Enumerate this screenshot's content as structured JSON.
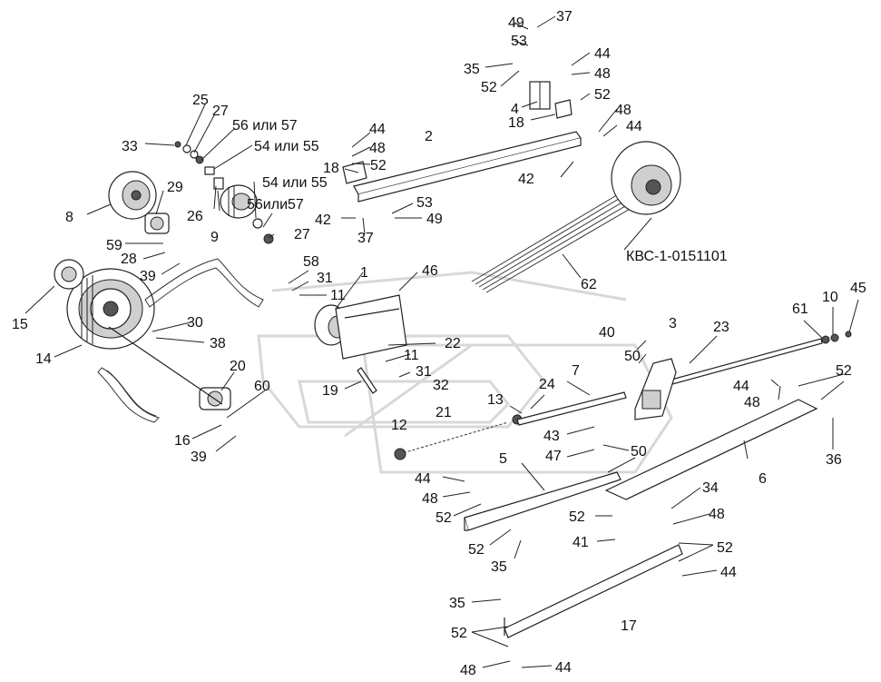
{
  "diagram": {
    "code_label": "КВС-1-0151101",
    "callouts": [
      {
        "id": "c49a",
        "text": "49"
      },
      {
        "id": "c37a",
        "text": "37"
      },
      {
        "id": "c53a",
        "text": "53"
      },
      {
        "id": "c44a",
        "text": "44"
      },
      {
        "id": "c35a",
        "text": "35"
      },
      {
        "id": "c48a",
        "text": "48"
      },
      {
        "id": "c52a",
        "text": "52"
      },
      {
        "id": "c52b",
        "text": "52"
      },
      {
        "id": "c4",
        "text": "4"
      },
      {
        "id": "c48b",
        "text": "48"
      },
      {
        "id": "c18a",
        "text": "18"
      },
      {
        "id": "c44b",
        "text": "44"
      },
      {
        "id": "c25",
        "text": "25"
      },
      {
        "id": "c27a",
        "text": "27"
      },
      {
        "id": "c5657a",
        "text": "56 или 57"
      },
      {
        "id": "c33",
        "text": "33"
      },
      {
        "id": "c5455a",
        "text": "54 или 55"
      },
      {
        "id": "c44c",
        "text": "44"
      },
      {
        "id": "c2",
        "text": "2"
      },
      {
        "id": "c48c",
        "text": "48"
      },
      {
        "id": "c52c",
        "text": "52"
      },
      {
        "id": "c18b",
        "text": "18"
      },
      {
        "id": "c42a",
        "text": "42"
      },
      {
        "id": "c5455b",
        "text": "54 или 55"
      },
      {
        "id": "c29",
        "text": "29"
      },
      {
        "id": "c8",
        "text": "8"
      },
      {
        "id": "c26",
        "text": "26"
      },
      {
        "id": "c5657b",
        "text": "56или57"
      },
      {
        "id": "c53b",
        "text": "53"
      },
      {
        "id": "c42b",
        "text": "42"
      },
      {
        "id": "c49b",
        "text": "49"
      },
      {
        "id": "c9",
        "text": "9"
      },
      {
        "id": "c27b",
        "text": "27"
      },
      {
        "id": "c37b",
        "text": "37"
      },
      {
        "id": "c59",
        "text": "59"
      },
      {
        "id": "c28",
        "text": "28"
      },
      {
        "id": "c58",
        "text": "58"
      },
      {
        "id": "c39a",
        "text": "39"
      },
      {
        "id": "c1",
        "text": "1"
      },
      {
        "id": "c46",
        "text": "46"
      },
      {
        "id": "c31a",
        "text": "31"
      },
      {
        "id": "c11a",
        "text": "11"
      },
      {
        "id": "c62",
        "text": "62"
      },
      {
        "id": "c15",
        "text": "15"
      },
      {
        "id": "c61",
        "text": "61"
      },
      {
        "id": "c10",
        "text": "10"
      },
      {
        "id": "c45",
        "text": "45"
      },
      {
        "id": "c30",
        "text": "30"
      },
      {
        "id": "c3",
        "text": "3"
      },
      {
        "id": "c23",
        "text": "23"
      },
      {
        "id": "c40",
        "text": "40"
      },
      {
        "id": "c14",
        "text": "14"
      },
      {
        "id": "c38",
        "text": "38"
      },
      {
        "id": "c22",
        "text": "22"
      },
      {
        "id": "c11b",
        "text": "11"
      },
      {
        "id": "c50a",
        "text": "50"
      },
      {
        "id": "c20",
        "text": "20"
      },
      {
        "id": "c31b",
        "text": "31"
      },
      {
        "id": "c7",
        "text": "7"
      },
      {
        "id": "c44d",
        "text": "44"
      },
      {
        "id": "c52d",
        "text": "52"
      },
      {
        "id": "c48d",
        "text": "48"
      },
      {
        "id": "c60",
        "text": "60"
      },
      {
        "id": "c19",
        "text": "19"
      },
      {
        "id": "c32",
        "text": "32"
      },
      {
        "id": "c24",
        "text": "24"
      },
      {
        "id": "c13",
        "text": "13"
      },
      {
        "id": "c21",
        "text": "21"
      },
      {
        "id": "c12",
        "text": "12"
      },
      {
        "id": "c43",
        "text": "43"
      },
      {
        "id": "c16",
        "text": "16"
      },
      {
        "id": "c47",
        "text": "47"
      },
      {
        "id": "c50b",
        "text": "50"
      },
      {
        "id": "c39b",
        "text": "39"
      },
      {
        "id": "c5",
        "text": "5"
      },
      {
        "id": "c6",
        "text": "6"
      },
      {
        "id": "c36",
        "text": "36"
      },
      {
        "id": "c44e",
        "text": "44"
      },
      {
        "id": "c48e",
        "text": "48"
      },
      {
        "id": "c52e",
        "text": "52"
      },
      {
        "id": "c34",
        "text": "34"
      },
      {
        "id": "c52f",
        "text": "52"
      },
      {
        "id": "c48f",
        "text": "48"
      },
      {
        "id": "c52g",
        "text": "52"
      },
      {
        "id": "c35b",
        "text": "35"
      },
      {
        "id": "c41",
        "text": "41"
      },
      {
        "id": "c52h",
        "text": "52"
      },
      {
        "id": "c44f",
        "text": "44"
      },
      {
        "id": "c35c",
        "text": "35"
      },
      {
        "id": "c17",
        "text": "17"
      },
      {
        "id": "c52i",
        "text": "52"
      },
      {
        "id": "c48g",
        "text": "48"
      },
      {
        "id": "c44g",
        "text": "44"
      }
    ]
  }
}
